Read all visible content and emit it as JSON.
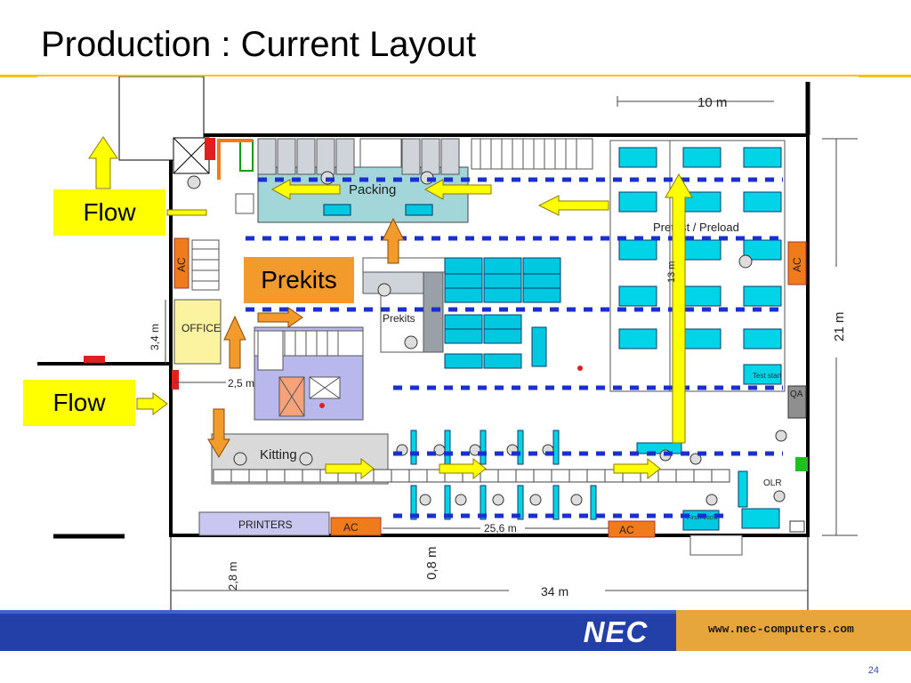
{
  "title": "Production : Current Layout",
  "labels": {
    "flow_top": "Flow",
    "flow_bottom": "Flow",
    "prekits_callout": "Prekits",
    "packing": "Packing",
    "pretest": "Pretest / Preload",
    "prekits_room": "Prekits",
    "office": "OFFICE",
    "kitting": "Kitting",
    "printers": "PRINTERS",
    "qa": "QA",
    "olr": "OLR",
    "first_article": "First Article",
    "test_start": "Test start",
    "ac_left": "AC",
    "ac_right": "AC",
    "ac_bottom_1": "AC",
    "ac_bottom_2": "AC"
  },
  "dimensions": {
    "width_top": "10 m",
    "height_right": "21 m",
    "office_height": "3,4 m",
    "aisle": "2,5 m",
    "corridor": "25,6 m",
    "bottom_width": "34 m",
    "left_margin": "2,8 m",
    "gap": "0,8 m",
    "pretest_depth": "13 m"
  },
  "footer": {
    "brand": "NEC",
    "url": "www.nec-computers.com",
    "page": "24"
  },
  "colors": {
    "flow": "#ffff00",
    "prekits": "#f39a2c",
    "orange_arrow": "#f39a2c",
    "lane": "#1a2fd1",
    "station": "#00d4e6",
    "footer_blue": "#233fa8",
    "footer_orange": "#e7a63c",
    "title_rule": "#f5c400"
  }
}
